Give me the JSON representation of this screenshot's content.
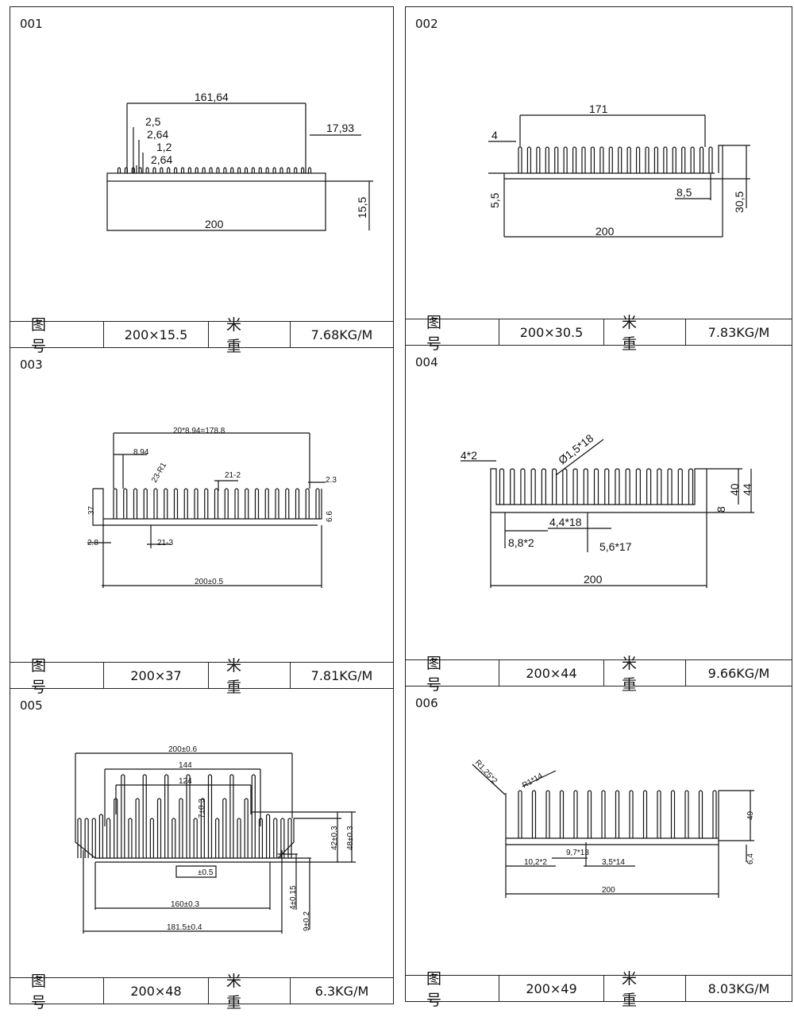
{
  "footer_labels": {
    "drawing_no": "图号",
    "weight": "米重"
  },
  "panels": [
    {
      "id": "001",
      "size": "200×15.5",
      "weight": "7.68KG/M",
      "dims": {
        "a": "161,64",
        "b": "2,5",
        "c": "2,64",
        "d": "1,2",
        "e": "2,64",
        "f": "17,93",
        "g": "15,5",
        "h": "200"
      }
    },
    {
      "id": "002",
      "size": "200×30.5",
      "weight": "7.83KG/M",
      "dims": {
        "a": "171",
        "b": "4",
        "c": "5,5",
        "d": "8,5",
        "e": "30,5",
        "f": "200"
      }
    },
    {
      "id": "003",
      "size": "200×37",
      "weight": "7.81KG/M",
      "dims": {
        "a": "20*8.94=178.8",
        "b": "8.94",
        "c": "23-R1",
        "d": "21-2",
        "e": "2.3",
        "f": "37",
        "g": "6.6",
        "h": "2.8",
        "i": "21-3",
        "j": "200±0.5"
      }
    },
    {
      "id": "004",
      "size": "200×44",
      "weight": "9.66KG/M",
      "dims": {
        "a": "4*2",
        "b": "Ø1,5*18",
        "c": "40",
        "d": "44",
        "e": "8",
        "f": "4,4*18",
        "g": "8,8*2",
        "h": "5,6*17",
        "i": "200"
      }
    },
    {
      "id": "005",
      "size": "200×48",
      "weight": "6.3KG/M",
      "dims": {
        "a": "200±0.6",
        "b": "144",
        "c": "124",
        "d": "7±0.3",
        "e": "42±0.3",
        "f": "48±0.3",
        "g": "±0.5",
        "h": "160±0.3",
        "i": "181.5±0.4",
        "j": "4±0.15",
        "k": "9±0.2"
      }
    },
    {
      "id": "006",
      "size": "200×49",
      "weight": "8.03KG/M",
      "dims": {
        "a": "R1,25*2",
        "b": "R1*14",
        "c": "49",
        "d": "6,4",
        "e": "10,2*2",
        "f": "9,7*13",
        "g": "3,5*14",
        "h": "200"
      }
    }
  ]
}
